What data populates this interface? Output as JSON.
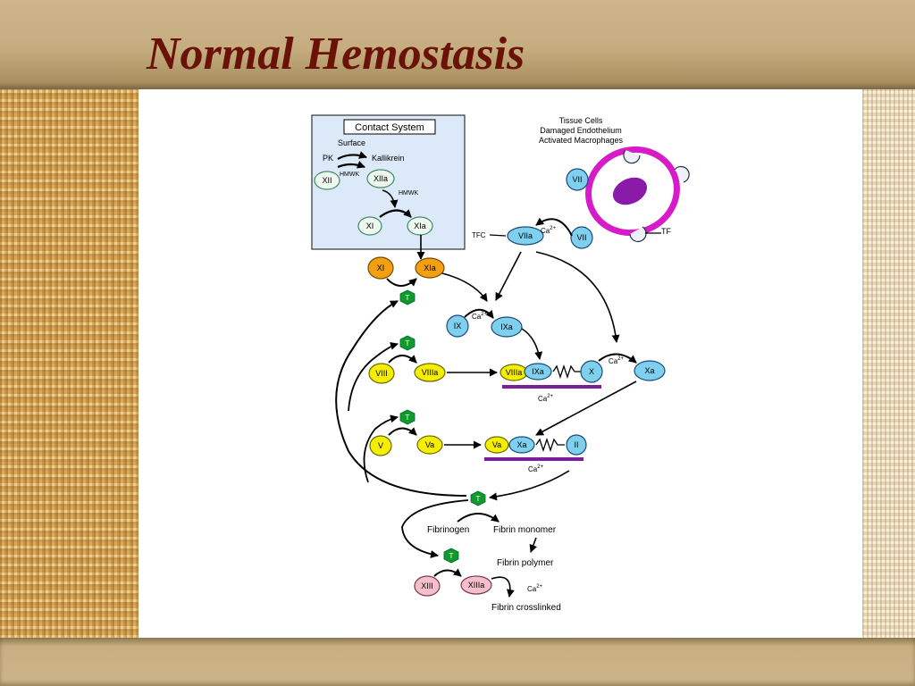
{
  "slide": {
    "title": "Normal Hemostasis"
  },
  "colors": {
    "title": "#6a1208",
    "blue_node": "#7fd0ee",
    "yellow_node": "#f5ee00",
    "orange_node": "#f0a010",
    "green_hex": "#119a2c",
    "pink_node": "#f5c0cc",
    "contact_box": "#dbe9f8",
    "membrane_bar": "#7a1f9a",
    "cell_ring": "#d81bc8"
  },
  "diagram": {
    "contact": {
      "title": "Contact System",
      "surface": "Surface",
      "pk": "PK",
      "kallikrein": "Kallikrein",
      "hmwk1": "HMWK",
      "hmwk2": "HMWK",
      "xii": "XII",
      "xiia": "XIIa",
      "xi": "XI",
      "xia": "XIa"
    },
    "tissue": {
      "line1": "Tissue Cells",
      "line2": "Damaged Endothelium",
      "line3": "Activated Macrophages",
      "vii_upper": "VII",
      "vii_lower": "VII",
      "tf": "TF",
      "tfc": "TFC",
      "viia": "VIIa"
    },
    "nodes": {
      "xi": "XI",
      "xia": "XIa",
      "ix": "IX",
      "ixa": "IXa",
      "viii": "VIII",
      "viiia": "VIIIa",
      "tenase_viiia": "VIIIa",
      "tenase_ixa": "IXa",
      "x": "X",
      "xa": "Xa",
      "v": "V",
      "va": "Va",
      "pro_va": "Va",
      "pro_xa": "Xa",
      "ii": "II",
      "xiii": "XIII",
      "xiiia": "XIIIa"
    },
    "thrombin": {
      "t1": "T",
      "t2": "T",
      "t3": "T",
      "t4": "T",
      "t5": "T"
    },
    "calcium": {
      "ca1": "Ca",
      "ca2": "Ca",
      "ca3": "Ca",
      "ca4": "Ca",
      "ca5": "Ca",
      "ca6": "Ca",
      "sup": "2+"
    },
    "fibrin": {
      "fibrinogen": "Fibrinogen",
      "monomer": "Fibrin monomer",
      "polymer": "Fibrin polymer",
      "crosslinked": "Fibrin crosslinked"
    }
  }
}
